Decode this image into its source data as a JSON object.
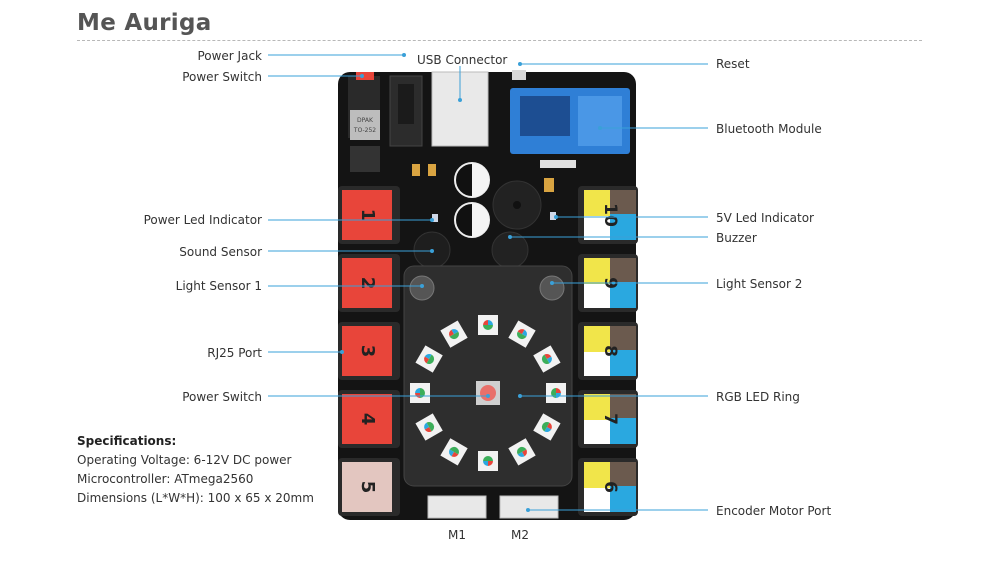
{
  "title": "Me Auriga",
  "labels": {
    "power_jack": "Power Jack",
    "power_switch_top": "Power Switch",
    "usb_connector": "USB Connector",
    "reset": "Reset",
    "bluetooth_module": "Bluetooth Module",
    "power_led_indicator": "Power Led Indicator",
    "five_v_led_indicator": "5V Led Indicator",
    "sound_sensor": "Sound Sensor",
    "buzzer": "Buzzer",
    "light_sensor_1": "Light Sensor 1",
    "light_sensor_2": "Light Sensor 2",
    "rj25_port": "RJ25 Port",
    "power_switch_bottom": "Power Switch",
    "rgb_led_ring": "RGB LED Ring",
    "encoder_motor_port": "Encoder Motor Port",
    "m1": "M1",
    "m2": "M2"
  },
  "board_text": {
    "dpak": "DPAK",
    "to252": "TO-252"
  },
  "ports_left": [
    {
      "number": "1",
      "color": "#e8453a"
    },
    {
      "number": "2",
      "color": "#e8453a"
    },
    {
      "number": "3",
      "color": "#e8453a"
    },
    {
      "number": "4",
      "color": "#e8453a"
    },
    {
      "number": "5",
      "color": "#e3c6c0"
    }
  ],
  "ports_right": [
    {
      "number": "10"
    },
    {
      "number": "9"
    },
    {
      "number": "8"
    },
    {
      "number": "7"
    },
    {
      "number": "6"
    }
  ],
  "specifications": {
    "heading": "Specifications:",
    "lines": [
      "Operating Voltage: 6-12V DC power",
      "Microcontroller: ATmega2560",
      "Dimensions (L*W*H): 100 x 65 x 20mm"
    ]
  },
  "colors": {
    "board": "#141414",
    "leader_line": "#3aa0d8",
    "rj25_red": "#e8453a",
    "rj25_pink": "#e3c6c0",
    "port_yellow": "#f1e54a",
    "port_blue": "#2aa8e0",
    "port_brown": "#6b5a4e",
    "bluetooth_blue": "#2f7fd6"
  }
}
